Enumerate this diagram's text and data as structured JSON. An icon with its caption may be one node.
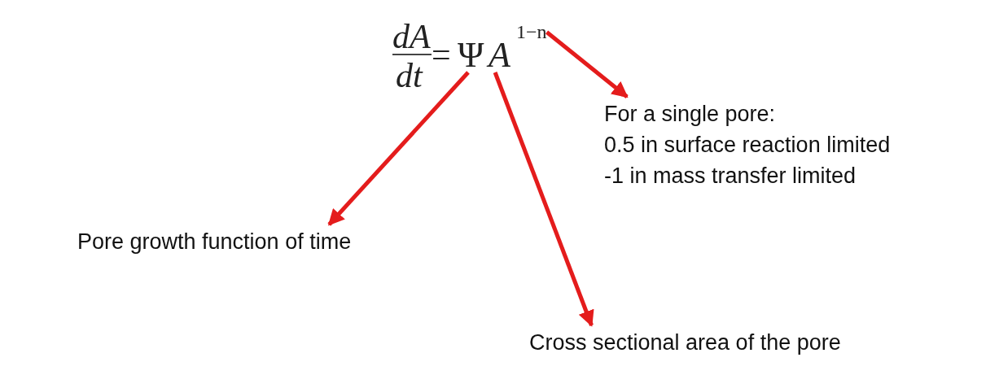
{
  "diagram": {
    "nodes": [
      {
        "text": [
          "Ψ"
        ]
      },
      {
        "text": [
          "A"
        ]
      },
      {
        "text": [
          "1−n"
        ]
      },
      {
        "text": [
          "Pore growth function of time"
        ]
      },
      {
        "text": [
          "Cross sectional area of the pore"
        ]
      },
      {
        "text": [
          "For a single pore:",
          "0.5 in surface reaction limited",
          "-1 in mass transfer limited"
        ]
      }
    ],
    "edges": [
      {
        "from": 0,
        "to": 3,
        "arrow": "to"
      },
      {
        "from": 1,
        "to": 4,
        "arrow": "to"
      },
      {
        "from": 2,
        "to": 5,
        "arrow": "to"
      }
    ],
    "labels": [
      "dA",
      "dt",
      "="
    ]
  }
}
